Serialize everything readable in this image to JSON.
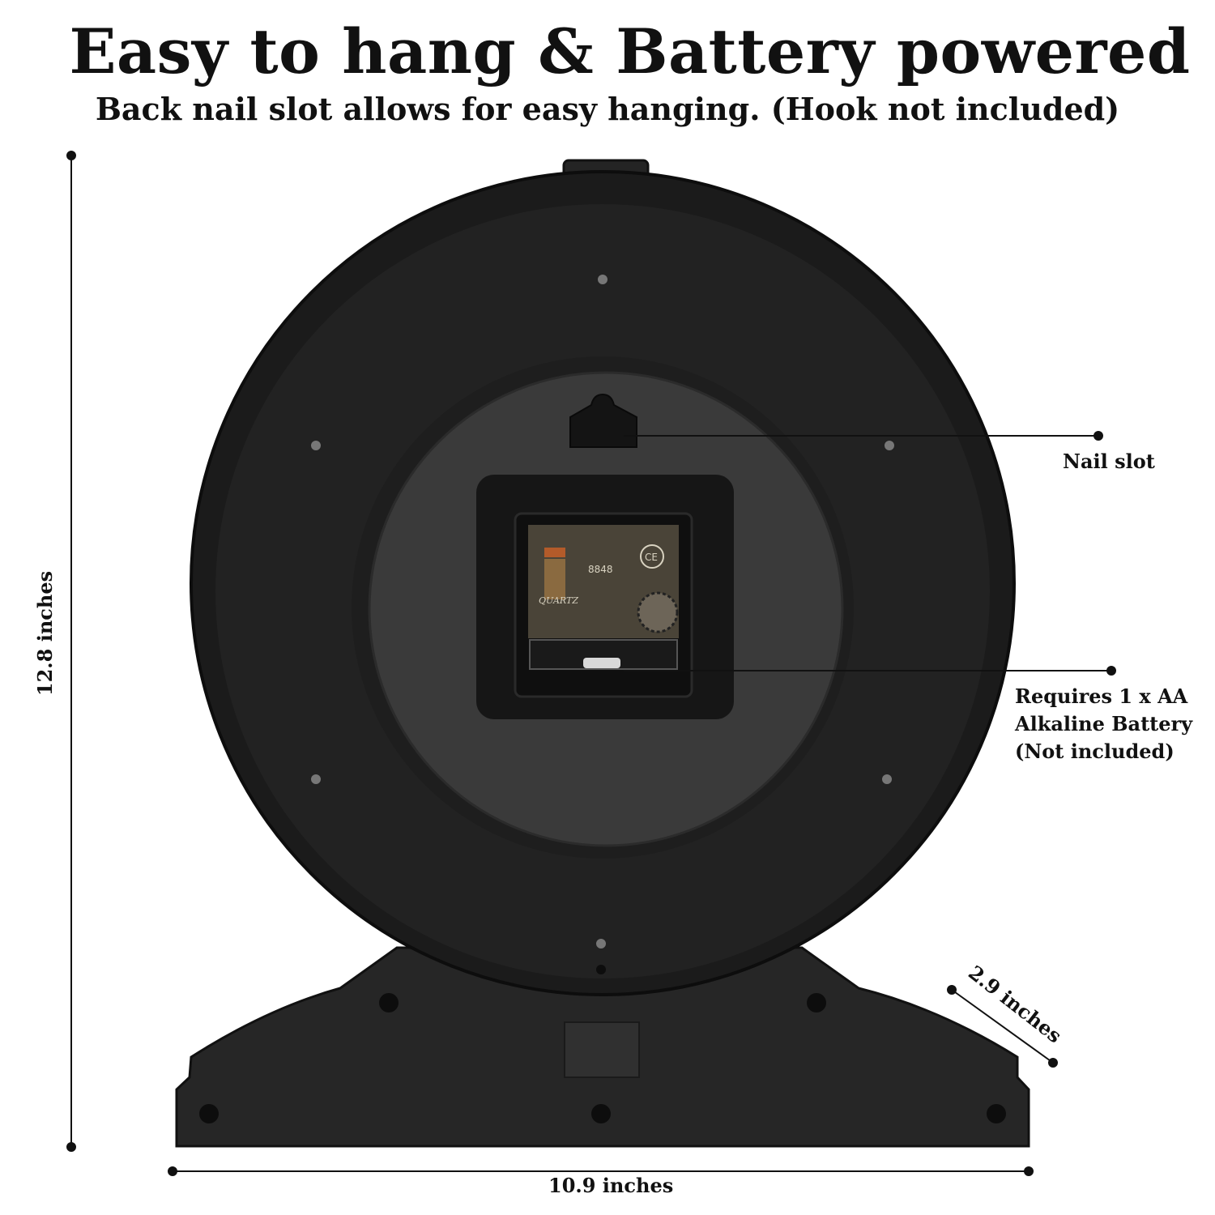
{
  "header": {
    "title": "Easy to hang & Battery powered",
    "subtitle": "Back nail slot allows for easy hanging. (Hook not included)"
  },
  "callouts": {
    "nail_slot": "Nail slot",
    "battery_line1": "Requires 1 x AA",
    "battery_line2": "Alkaline Battery",
    "battery_line3": "(Not included)"
  },
  "dimensions": {
    "height": "12.8 inches",
    "width": "10.9 inches",
    "depth": "2.9 inches"
  },
  "movement": {
    "model_text": "8848",
    "quartz_text": "QUARTZ",
    "ce_mark": "CE"
  },
  "colors": {
    "body": "#1b1b1b",
    "inner_ring": "#2a2a2a",
    "back_panel": "#3a3a3a",
    "base": "#262626"
  }
}
